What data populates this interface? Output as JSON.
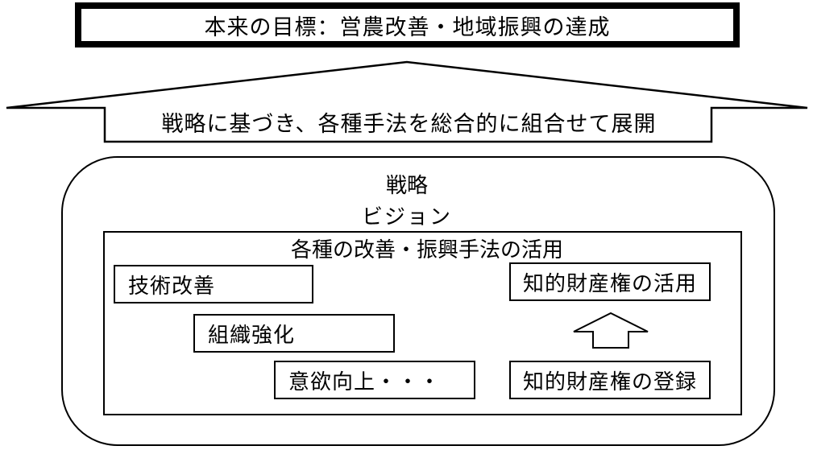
{
  "goal": {
    "text": "本来の目標：営農改善・地域振興の達成"
  },
  "deployment": {
    "text": "戦略に基づき、各種手法を総合的に組合せて展開"
  },
  "strategy": {
    "label": "戦略",
    "vision": "ビジョン"
  },
  "methods": {
    "title": "各種の改善・振興手法の活用",
    "items": [
      "技術改善",
      "組織強化",
      "意欲向上・・・"
    ],
    "ip_use": "知的財産権の活用",
    "ip_register": "知的財産権の登録"
  }
}
